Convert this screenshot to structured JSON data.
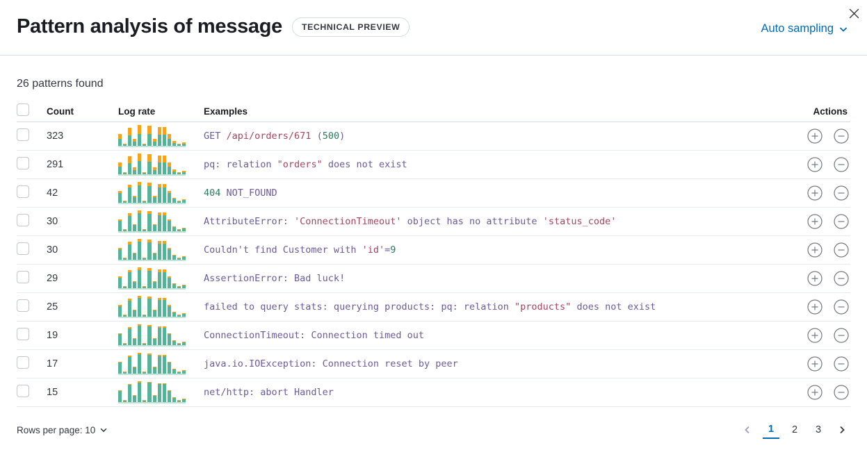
{
  "dialog": {
    "title": "Pattern analysis of message",
    "badge": "TECHNICAL PREVIEW",
    "sampling_label": "Auto sampling"
  },
  "summary": "26 patterns found",
  "table": {
    "headers": {
      "count": "Count",
      "log_rate": "Log rate",
      "examples": "Examples",
      "actions": "Actions"
    },
    "rows": [
      {
        "count": "323",
        "orange_fraction": 0.42,
        "example": [
          [
            "purple",
            "GET "
          ],
          [
            "red",
            "/api/orders/671"
          ],
          [
            "purple",
            " ("
          ],
          [
            "green",
            "500"
          ],
          [
            "purple",
            ")"
          ]
        ]
      },
      {
        "count": "291",
        "orange_fraction": 0.38,
        "example": [
          [
            "purple",
            "pq: relation "
          ],
          [
            "red",
            "\"orders\""
          ],
          [
            "purple",
            " does not exist"
          ]
        ]
      },
      {
        "count": "42",
        "orange_fraction": 0.17,
        "example": [
          [
            "green",
            "404"
          ],
          [
            "purple",
            " NOT_FOUND"
          ]
        ]
      },
      {
        "count": "30",
        "orange_fraction": 0.14,
        "example": [
          [
            "purple",
            "AttributeError: "
          ],
          [
            "red",
            "'ConnectionTimeout'"
          ],
          [
            "purple",
            " object has no attribute "
          ],
          [
            "red",
            "'status_code'"
          ]
        ]
      },
      {
        "count": "30",
        "orange_fraction": 0.14,
        "example": [
          [
            "purple",
            "Couldn't find Customer with "
          ],
          [
            "red",
            "'id'"
          ],
          [
            "purple",
            "="
          ],
          [
            "green",
            "9"
          ]
        ]
      },
      {
        "count": "29",
        "orange_fraction": 0.13,
        "example": [
          [
            "purple",
            "AssertionError: Bad luck!"
          ]
        ]
      },
      {
        "count": "25",
        "orange_fraction": 0.11,
        "example": [
          [
            "purple",
            "failed to query stats: querying products: pq: relation "
          ],
          [
            "red",
            "\"products\""
          ],
          [
            "purple",
            " does not exist"
          ]
        ]
      },
      {
        "count": "19",
        "orange_fraction": 0.08,
        "example": [
          [
            "purple",
            "ConnectionTimeout: Connection timed out"
          ]
        ]
      },
      {
        "count": "17",
        "orange_fraction": 0.06,
        "example": [
          [
            "purple",
            "java.io.IOException: Connection reset by peer"
          ]
        ]
      },
      {
        "count": "15",
        "orange_fraction": 0.05,
        "example": [
          [
            "purple",
            "net/http: abort Handler"
          ]
        ]
      }
    ]
  },
  "chart_data": {
    "type": "bar",
    "note": "per-row stacked sparkline histogram; heights are percent of max, split green/orange by orange_fraction",
    "shape_percent": [
      58,
      9,
      88,
      34,
      100,
      11,
      95,
      34,
      91,
      91,
      56,
      22,
      9,
      18
    ],
    "green_color": "#54b399",
    "orange_color": "#faa318"
  },
  "footer": {
    "rows_per_page_label": "Rows per page: 10",
    "pages": [
      "1",
      "2",
      "3"
    ],
    "active_page": "1"
  },
  "colors": {
    "link_blue": "#006bb4",
    "token_purple": "#6d5a9c",
    "token_red": "#a6455d",
    "token_green": "#2b7a5b"
  }
}
